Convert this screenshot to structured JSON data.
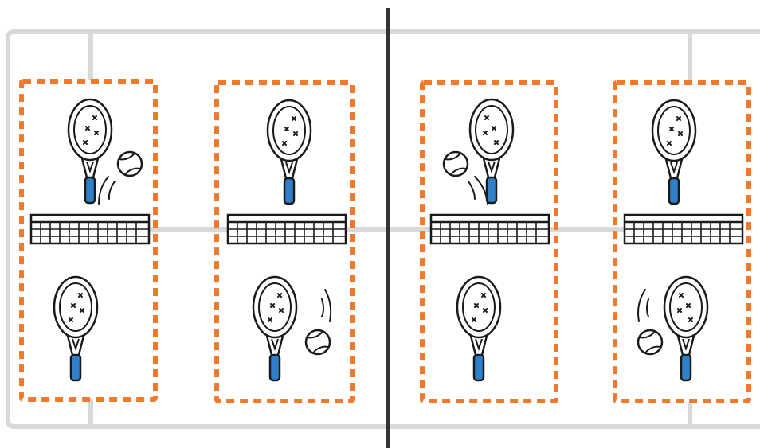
{
  "colors": {
    "court_line": "#d9d9d9",
    "divider": "#333333",
    "dashed_box": "#f07a2a",
    "outline": "#1a1a1a",
    "handle": "#2f80c8",
    "background": "#ffffff"
  },
  "icons": {
    "racket": "tennis-racket-icon",
    "ball": "tennis-ball-icon",
    "net": "tennis-net-icon",
    "motion": "motion-lines-icon"
  },
  "panels": [
    {
      "id": "panel-1",
      "ball_side": "top",
      "ball_position": "right"
    },
    {
      "id": "panel-2",
      "ball_side": "bottom",
      "ball_position": "right"
    },
    {
      "id": "panel-3",
      "ball_side": "top",
      "ball_position": "left"
    },
    {
      "id": "panel-4",
      "ball_side": "bottom",
      "ball_position": "left"
    }
  ]
}
